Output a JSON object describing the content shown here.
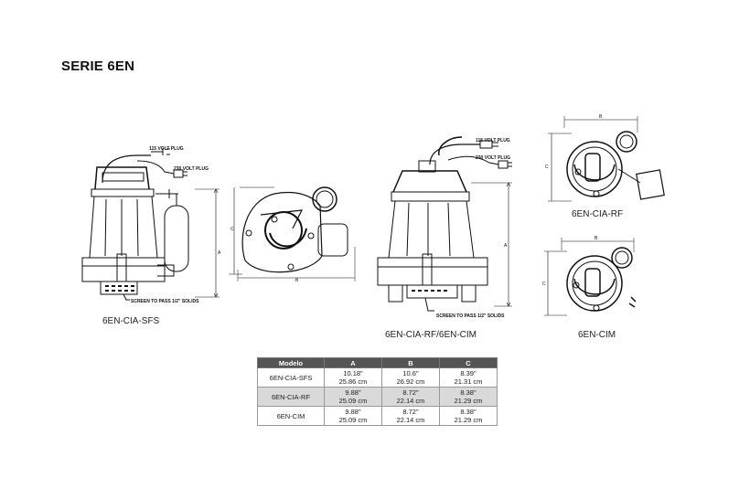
{
  "title": "SERIE 6EN",
  "captions": {
    "sfs": "6EN-CIA-SFS",
    "rf_cim": "6EN-CIA-RF/6EN-CIM",
    "rf_top": "6EN-CIA-RF",
    "cim_top": "6EN-CIM"
  },
  "callouts": {
    "plug115": "115 VOLT PLUG",
    "plug230": "230 VOLT PLUG",
    "screen": "SCREEN TO PASS 1/2\" SOLIDS"
  },
  "dims": {
    "a": "A",
    "b": "B",
    "c": "C"
  },
  "table": {
    "headers": [
      "Modelo",
      "A",
      "B",
      "C"
    ],
    "rows": [
      {
        "model": "6EN-CIA-SFS",
        "a1": "10.18\"",
        "a2": "25.86 cm",
        "b1": "10.6\"",
        "b2": "26.92 cm",
        "c1": "8.39\"",
        "c2": "21.31 cm"
      },
      {
        "model": "6EN-CIA-RF",
        "a1": "9.88\"",
        "a2": "25.09 cm",
        "b1": "8.72\"",
        "b2": "22.14 cm",
        "c1": "8.38\"",
        "c2": "21.29 cm"
      },
      {
        "model": "6EN-CIM",
        "a1": "9.88\"",
        "a2": "25.09 cm",
        "b1": "8.72\"",
        "b2": "22.14 cm",
        "c1": "8.38\"",
        "c2": "21.29 cm"
      }
    ]
  }
}
